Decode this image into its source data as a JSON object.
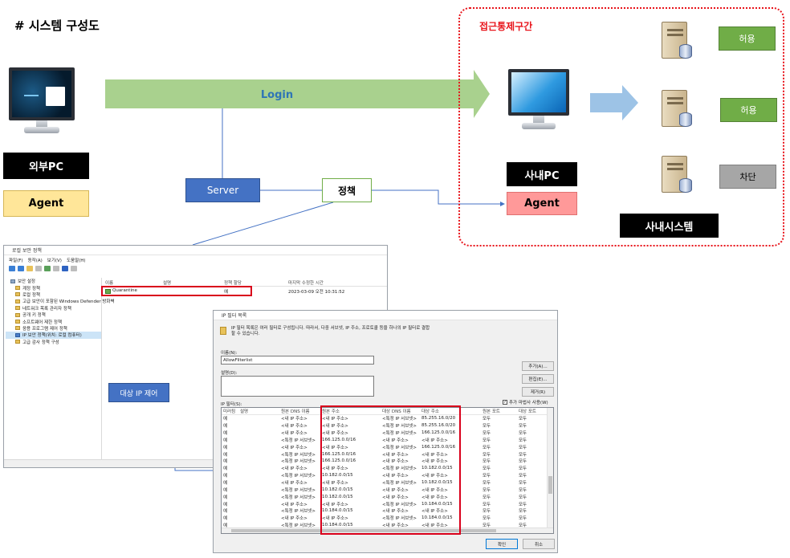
{
  "title": "# 시스템 구성도",
  "zone_label": "접근통제구간",
  "labels": {
    "external_pc": "외부PC",
    "agent_external": "Agent",
    "login": "Login",
    "server": "Server",
    "policy": "정책",
    "internal_pc": "사내PC",
    "agent_internal": "Agent",
    "internal_system": "사내시스템",
    "target_ip_control": "대상 IP 제어"
  },
  "servers": [
    {
      "status": "허용"
    },
    {
      "status": "허용"
    },
    {
      "status": "차단"
    }
  ],
  "colors": {
    "zone_border": "#e8141b",
    "zone_title": "#e8141b",
    "login_arrow": "#a9d18e",
    "login_text": "#2e75b6",
    "internal_arrow": "#9dc3e6",
    "agent_external_bg": "#ffe699",
    "agent_internal_bg": "#ff9999",
    "allow_bg": "#70ad47",
    "deny_bg": "#a6a6a6",
    "server_box": "#4472c4",
    "target_box": "#4472c4",
    "black_label": "#000000",
    "highlight": "#d9001b"
  },
  "secpol": {
    "title": "로컬 보안 정책",
    "menu": [
      "파일(F)",
      "동작(A)",
      "보기(V)",
      "도움말(H)"
    ],
    "tree": [
      "보안 설정",
      "계정 정책",
      "로컬 정책",
      "고급 보안이 포함된 Windows Defender 방화벽",
      "네트워크 목록 관리자 정책",
      "공개 키 정책",
      "소프트웨어 제한 정책",
      "응용 프로그램 제어 정책",
      "IP 보안 정책(위치: 로컬 컴퓨터)",
      "고급 감사 정책 구성"
    ],
    "columns": [
      "이름",
      "설명",
      "정책 할당",
      "마지막 수정한 시간"
    ],
    "row": {
      "name": "Quarantine",
      "desc": "",
      "assigned": "예",
      "modified": "2023-03-09 오전 10:31:52"
    }
  },
  "filter_dialog": {
    "title": "IP 필터 목록",
    "description": "IP 필터 목록은 여러 필터로 구성됩니다. 따라서, 다중 서브넷, IP 주소, 프로토콜 등을 하나의 IP 필터로 결합할 수 있습니다.",
    "name_label": "이름(N):",
    "name_value": "AllowFilterlist",
    "desc_label": "설명(D):",
    "filters_label": "IP 필터(S):",
    "buttons": [
      "추가(A)...",
      "편집(E)...",
      "제거(R)"
    ],
    "wizard_label": "추가 마법사 사용(W)",
    "columns": [
      "미러됨",
      "설명",
      "원본 DNS 이름",
      "원본 주소",
      "대상 DNS 이름",
      "대상 주소",
      "원본 포트",
      "대상 포트"
    ],
    "rows": [
      [
        "예",
        "",
        "<내 IP 주소>",
        "<내 IP 주소>",
        "<특정 IP 서브넷>",
        "85.255.16.0/20",
        "모두",
        "모두"
      ],
      [
        "예",
        "",
        "<내 IP 주소>",
        "<내 IP 주소>",
        "<특정 IP 서브넷>",
        "85.255.16.0/20",
        "모두",
        "모두"
      ],
      [
        "예",
        "",
        "<내 IP 주소>",
        "<내 IP 주소>",
        "<특정 IP 서브넷>",
        "166.125.0.0/16",
        "모두",
        "모두"
      ],
      [
        "예",
        "",
        "<특정 IP 서브넷>",
        "166.125.0.0/16",
        "<내 IP 주소>",
        "<내 IP 주소>",
        "모두",
        "모두"
      ],
      [
        "예",
        "",
        "<내 IP 주소>",
        "<내 IP 주소>",
        "<특정 IP 서브넷>",
        "166.125.0.0/16",
        "모두",
        "모두"
      ],
      [
        "예",
        "",
        "<특정 IP 서브넷>",
        "166.125.0.0/16",
        "<내 IP 주소>",
        "<내 IP 주소>",
        "모두",
        "모두"
      ],
      [
        "예",
        "",
        "<특정 IP 서브넷>",
        "166.125.0.0/16",
        "<내 IP 주소>",
        "<내 IP 주소>",
        "모두",
        "모두"
      ],
      [
        "예",
        "",
        "<내 IP 주소>",
        "<내 IP 주소>",
        "<특정 IP 서브넷>",
        "10.182.0.0/15",
        "모두",
        "모두"
      ],
      [
        "예",
        "",
        "<특정 IP 서브넷>",
        "10.182.0.0/15",
        "<내 IP 주소>",
        "<내 IP 주소>",
        "모두",
        "모두"
      ],
      [
        "예",
        "",
        "<내 IP 주소>",
        "<내 IP 주소>",
        "<특정 IP 서브넷>",
        "10.182.0.0/15",
        "모두",
        "모두"
      ],
      [
        "예",
        "",
        "<특정 IP 서브넷>",
        "10.182.0.0/15",
        "<내 IP 주소>",
        "<내 IP 주소>",
        "모두",
        "모두"
      ],
      [
        "예",
        "",
        "<특정 IP 서브넷>",
        "10.182.0.0/15",
        "<내 IP 주소>",
        "<내 IP 주소>",
        "모두",
        "모두"
      ],
      [
        "예",
        "",
        "<내 IP 주소>",
        "<내 IP 주소>",
        "<특정 IP 서브넷>",
        "10.184.0.0/15",
        "모두",
        "모두"
      ],
      [
        "예",
        "",
        "<특정 IP 서브넷>",
        "10.184.0.0/15",
        "<내 IP 주소>",
        "<내 IP 주소>",
        "모두",
        "모두"
      ],
      [
        "예",
        "",
        "<내 IP 주소>",
        "<내 IP 주소>",
        "<특정 IP 서브넷>",
        "10.184.0.0/15",
        "모두",
        "모두"
      ],
      [
        "예",
        "",
        "<특정 IP 서브넷>",
        "10.184.0.0/15",
        "<내 IP 주소>",
        "<내 IP 주소>",
        "모두",
        "모두"
      ]
    ],
    "ok": "확인",
    "cancel": "취소"
  }
}
